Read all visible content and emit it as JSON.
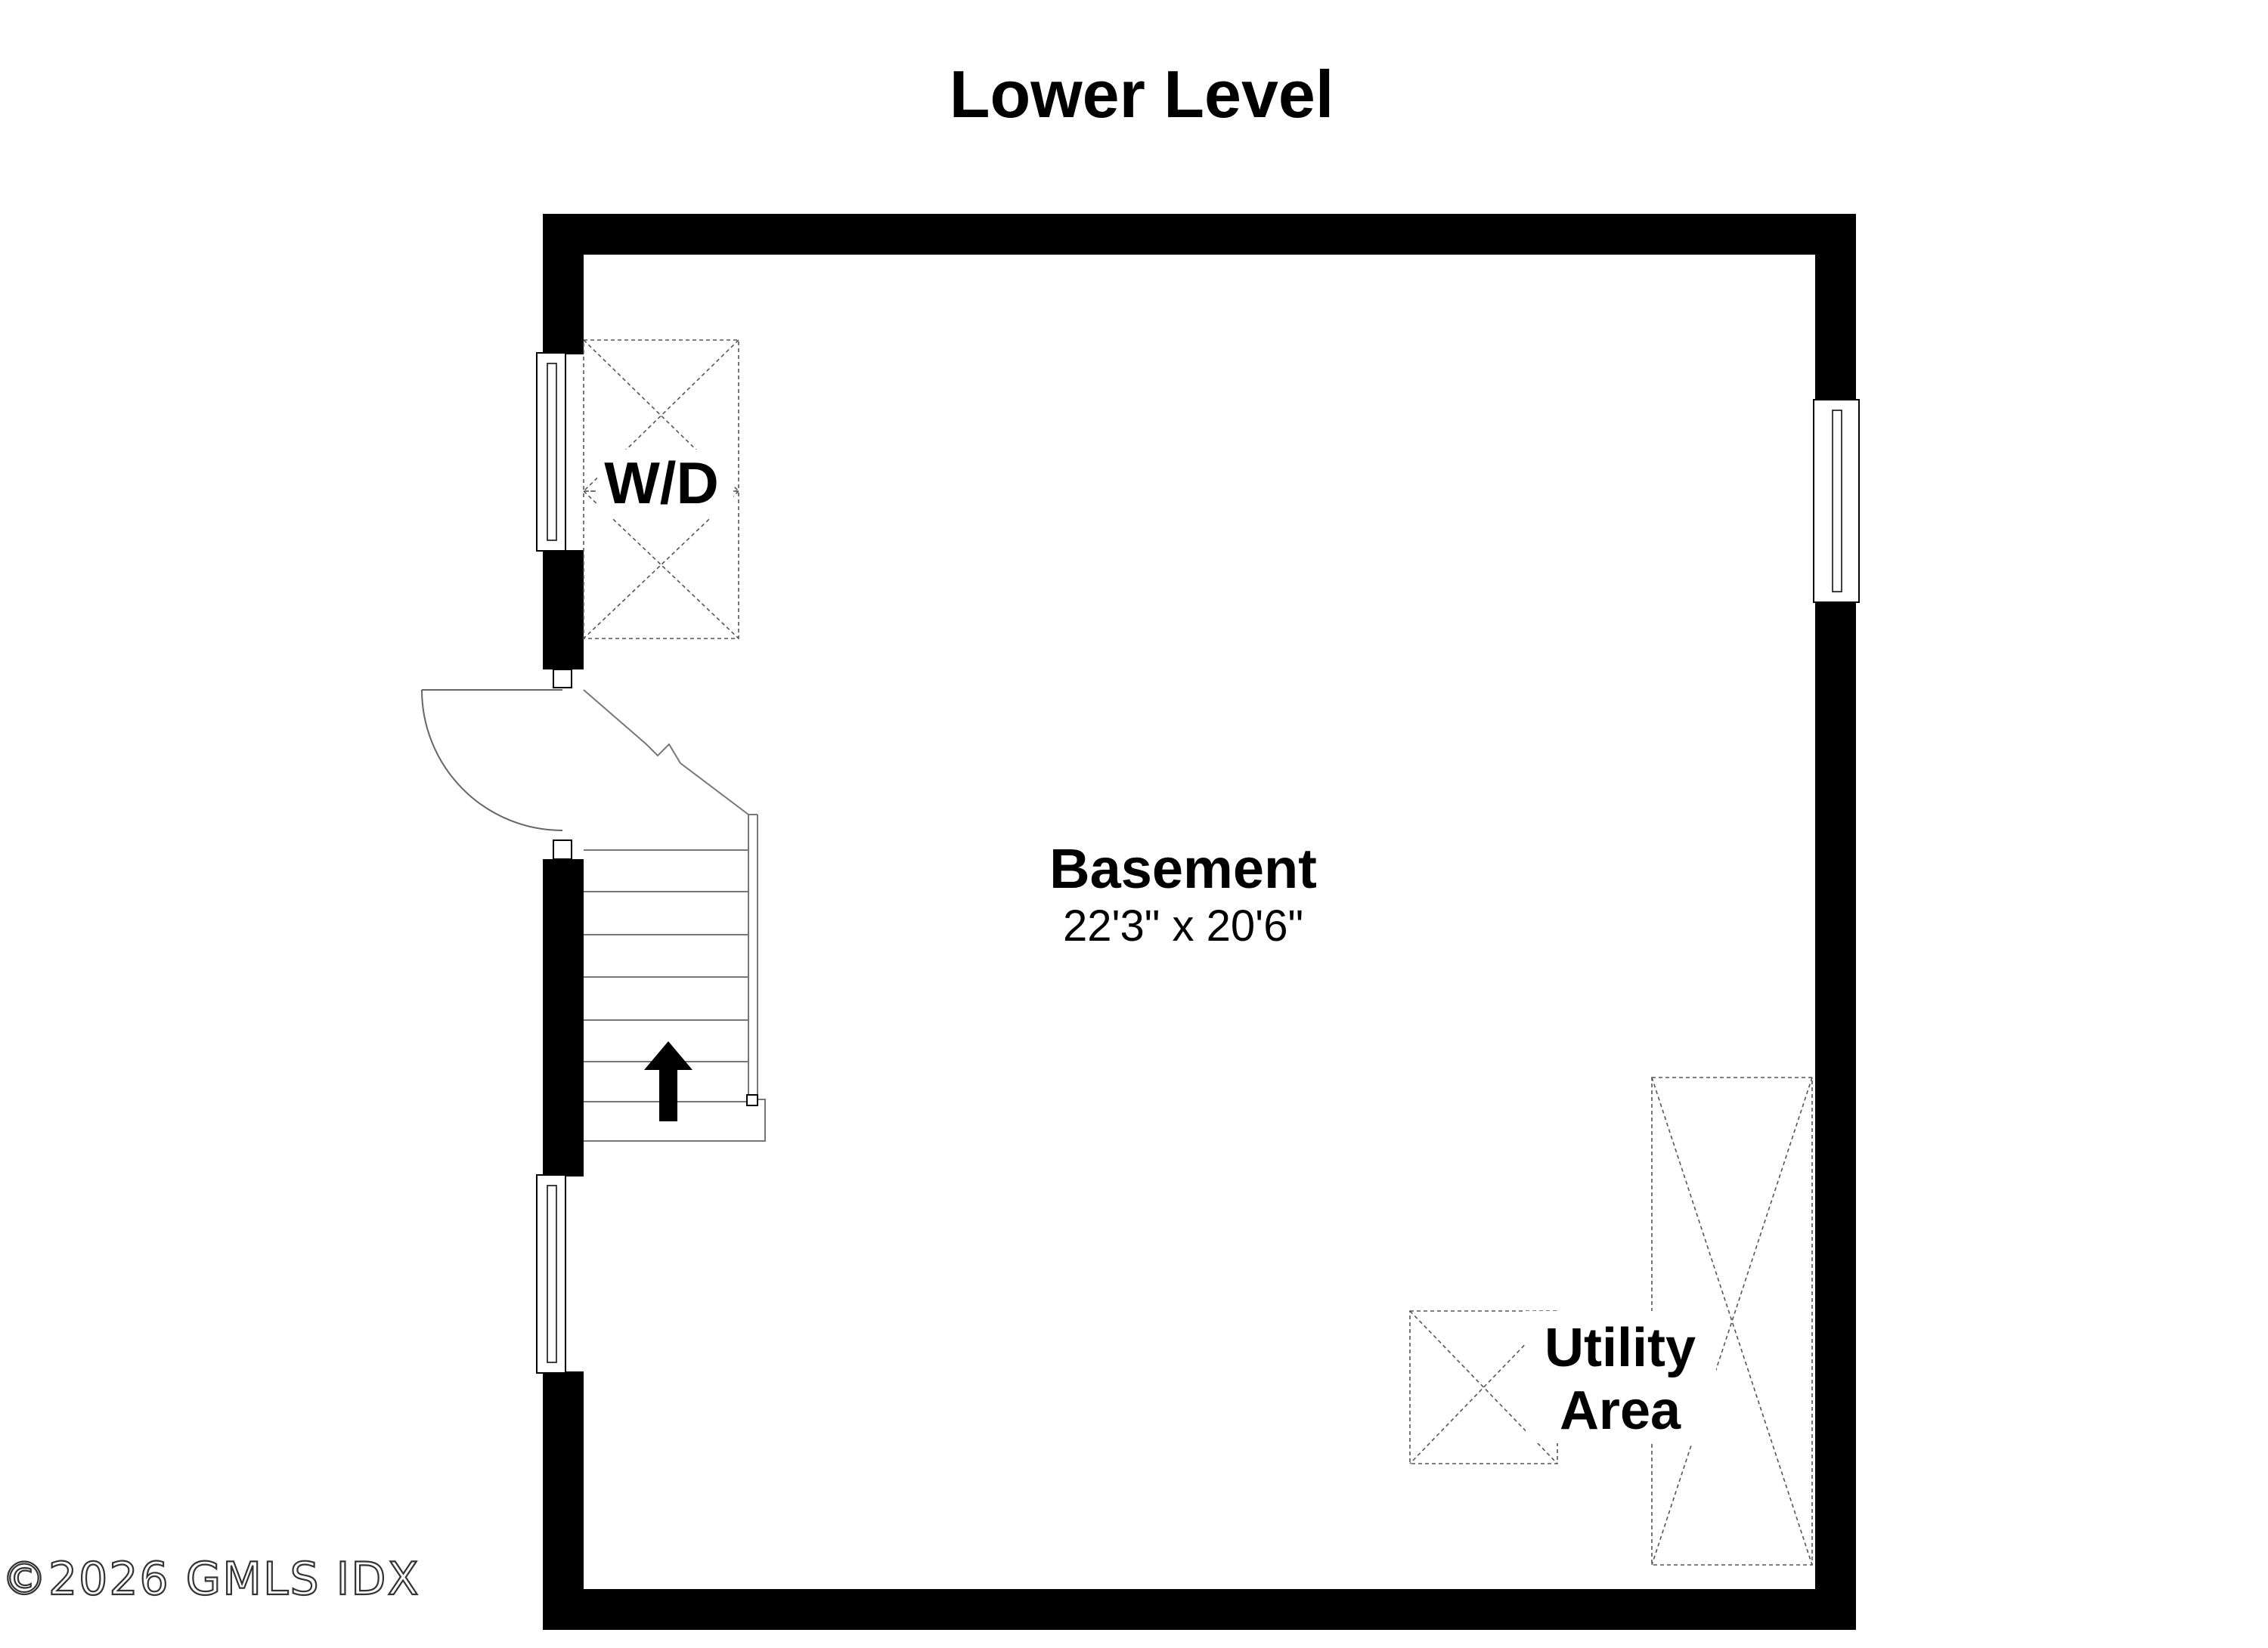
{
  "title": "Lower Level",
  "rooms": {
    "basement": {
      "name": "Basement",
      "dimensions": "22'3\" x 20'6\""
    },
    "laundry": {
      "name": "W/D"
    },
    "utility": {
      "line1": "Utility",
      "line2": "Area"
    }
  },
  "watermark": "©2026 GMLS IDX",
  "colors": {
    "wall": "#000000",
    "background": "#ffffff",
    "fixture_dash": "#555555"
  },
  "icons": {
    "stair_direction": "arrow-up-icon"
  }
}
